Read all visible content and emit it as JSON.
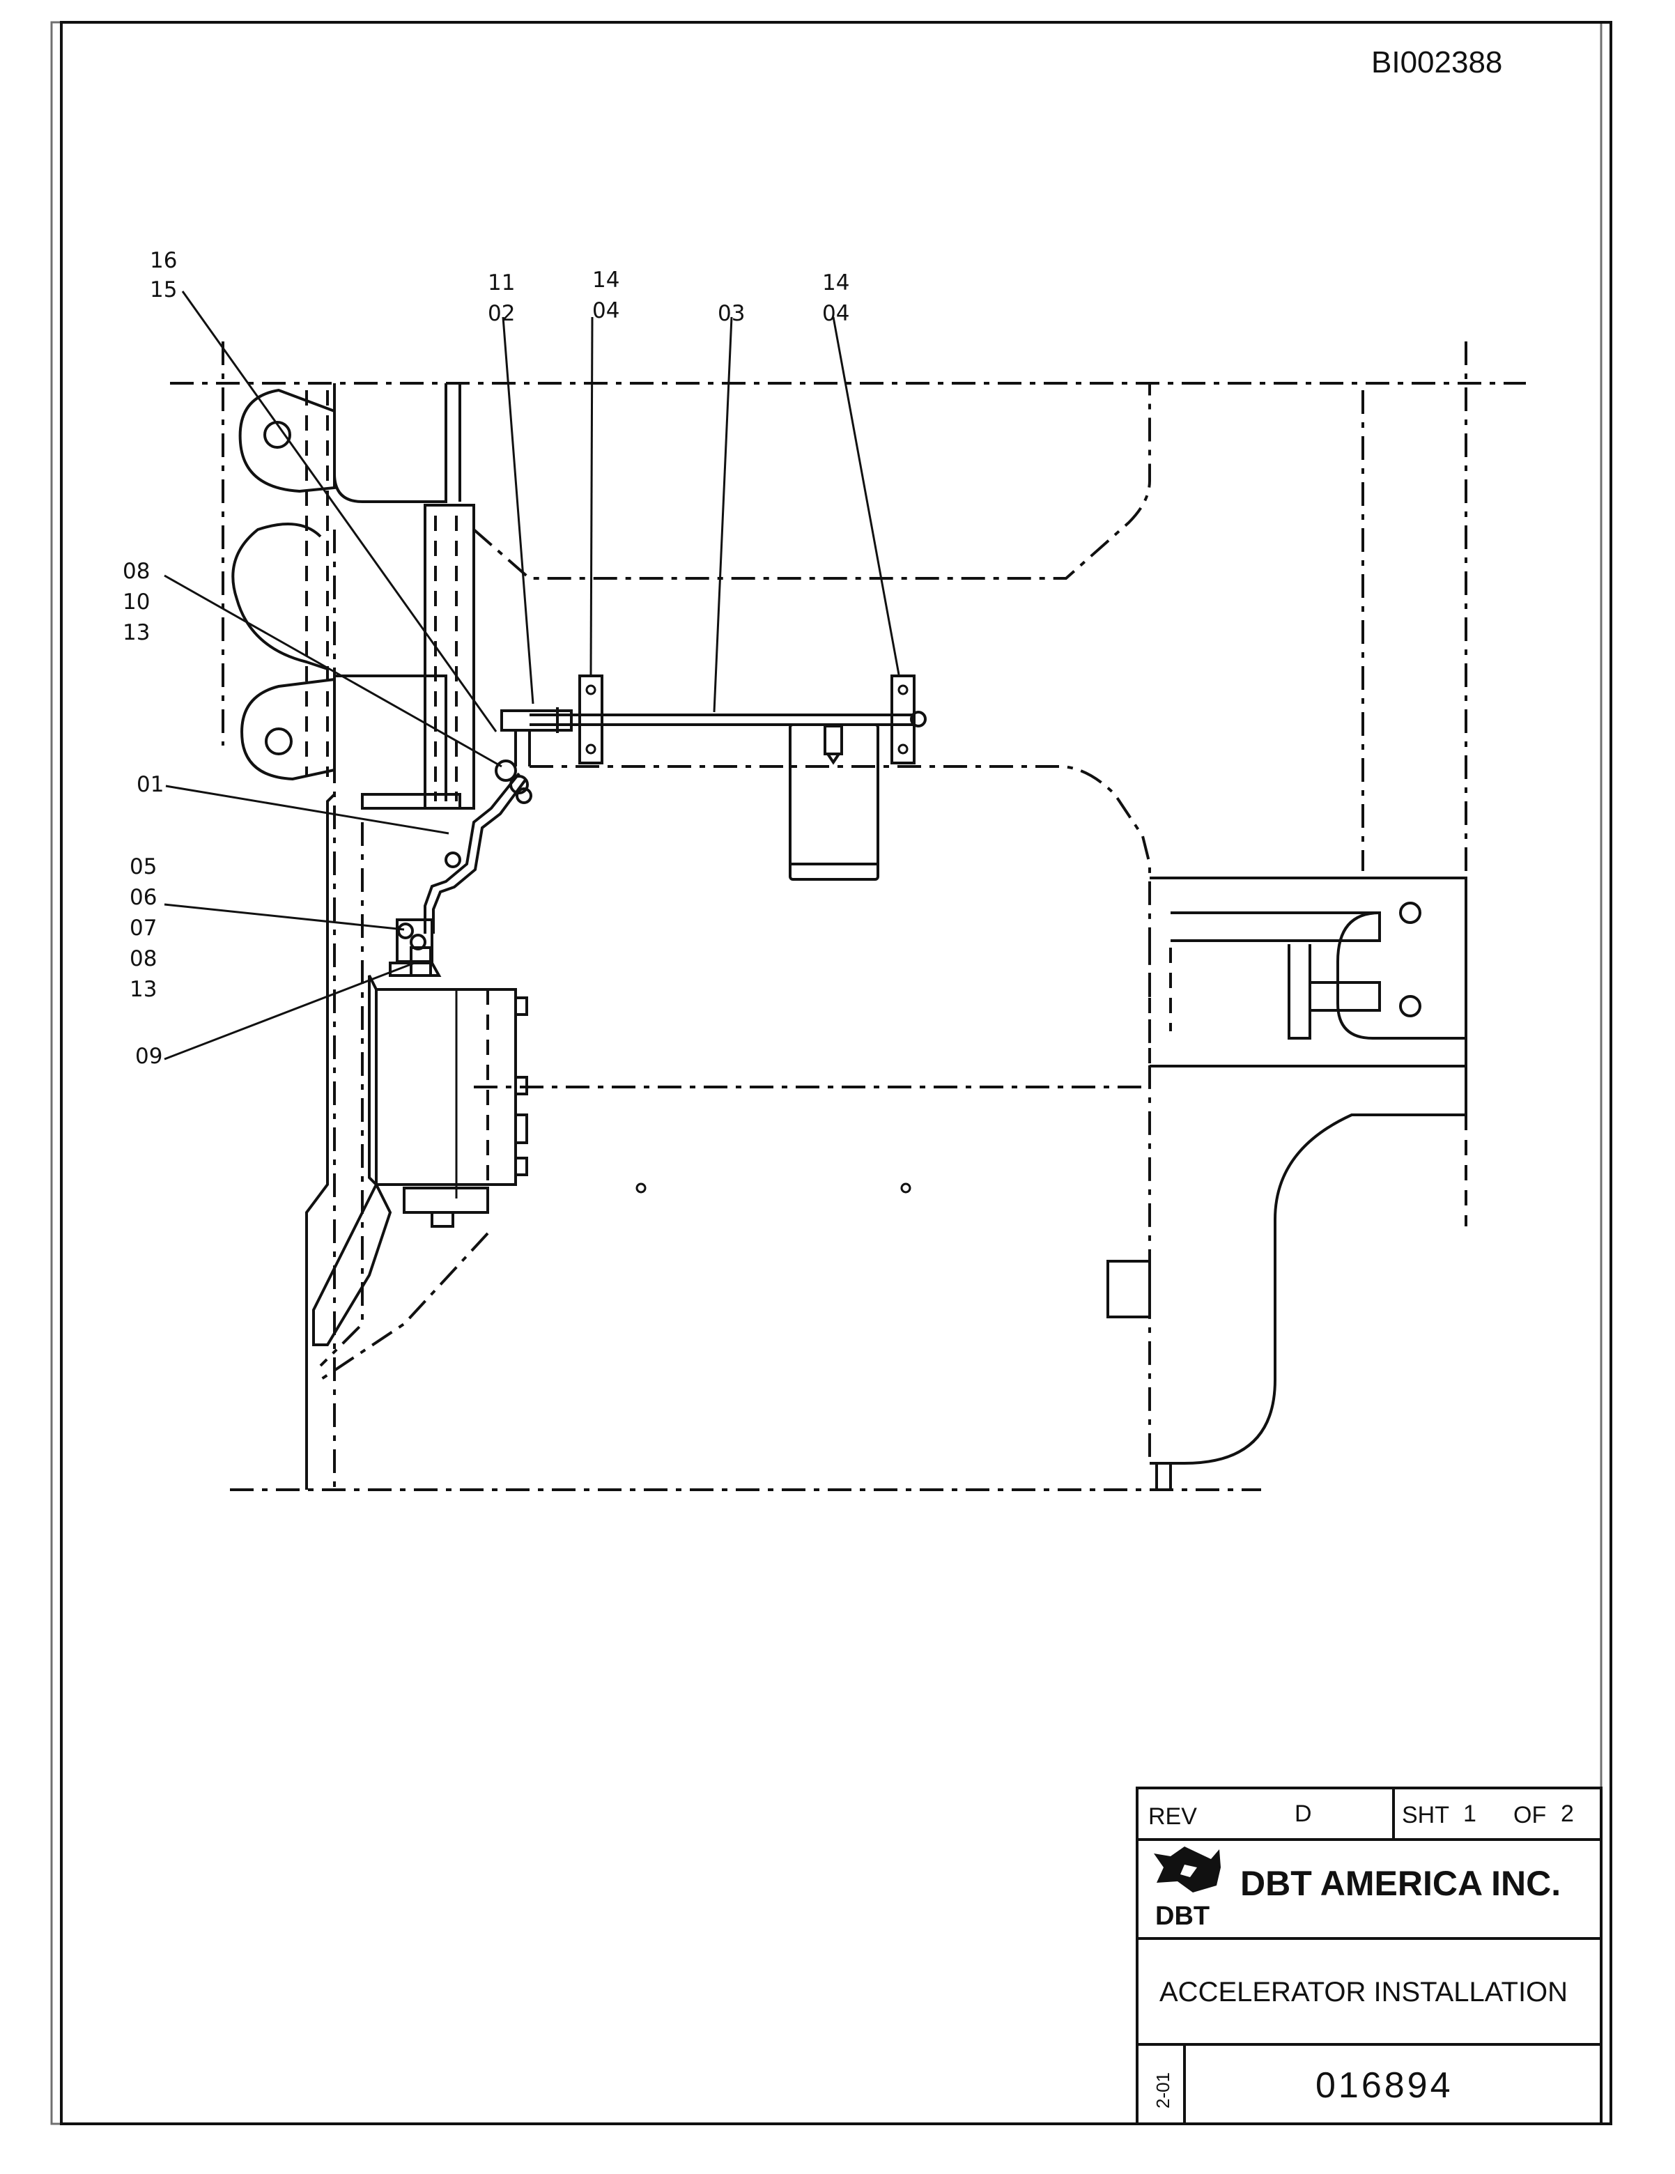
{
  "document_id": "BI002388",
  "callouts": {
    "c1": [
      "16",
      "15"
    ],
    "c2": [
      "11",
      "02"
    ],
    "c3": [
      "14",
      "04"
    ],
    "c4": [
      "03"
    ],
    "c5": [
      "14",
      "04"
    ],
    "c6": [
      "08",
      "10",
      "13"
    ],
    "c7": [
      "01"
    ],
    "c8": [
      "05",
      "06",
      "07",
      "08",
      "13"
    ],
    "c9": [
      "09"
    ]
  },
  "title_block": {
    "rev_label": "REV",
    "rev_value": "D",
    "sheet_label": "SHT",
    "sheet_number": "1",
    "of_label": "OF",
    "sheet_total": "2",
    "company_name": "DBT AMERICA INC.",
    "logo_text": "DBT",
    "drawing_title": "ACCELERATOR  INSTALLATION",
    "side_code": "2-01",
    "drawing_number": "016894"
  }
}
